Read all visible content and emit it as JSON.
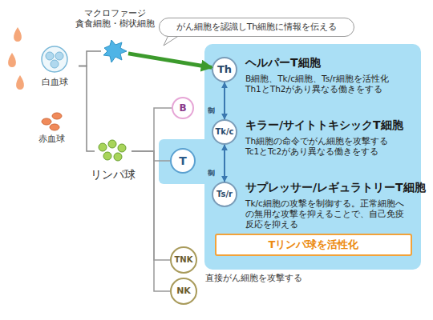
{
  "diagram": {
    "nodes": [
      {
        "text": [
          "白血球"
        ]
      },
      {
        "text": [
          "マクロファージ 貪食細胞・樹状細胞"
        ]
      },
      {
        "text": [
          "がん細胞を認識しTh細胞に情報を伝える"
        ]
      },
      {
        "text": [
          "Th",
          "ヘルパーT細胞",
          "B細胞、Tk/c細胞、Ts/r細胞を活性化 Th1とTh2があり異なる働きをする"
        ]
      },
      {
        "text": [
          "B"
        ]
      },
      {
        "text": [
          "Tk/c",
          "キラー/サイトトキシックT細胞",
          "Th細胞の命令でがん細胞を攻撃する Tc1とTc2があり異なる働きをする"
        ]
      },
      {
        "text": [
          "リンパ球"
        ]
      },
      {
        "text": [
          "T"
        ]
      },
      {
        "text": [
          "Ts/r",
          "サプレッサー/レギュラトリーT細胞",
          "Tk/c細胞の攻撃を制御する。正常細胞への無用な攻撃を抑えることで、自己免疫反応を抑える"
        ]
      },
      {
        "text": [
          "Tリンパ球を活性化"
        ]
      },
      {
        "text": [
          "TNK"
        ]
      },
      {
        "text": [
          "NK"
        ]
      }
    ],
    "edges": [
      {
        "from": 0,
        "to": 1,
        "arrow": "none"
      },
      {
        "from": 0,
        "to": 6,
        "arrow": "none"
      },
      {
        "from": 1,
        "to": 3,
        "arrow": "to"
      },
      {
        "from": 3,
        "to": 5,
        "arrow": "both",
        "label": "制御"
      },
      {
        "from": 5,
        "to": 8,
        "arrow": "both",
        "label": "制御"
      },
      {
        "from": 6,
        "to": 4,
        "arrow": "none"
      },
      {
        "from": 6,
        "to": 7,
        "arrow": "none"
      },
      {
        "from": 6,
        "to": 10,
        "arrow": "none"
      },
      {
        "from": 6,
        "to": 11,
        "arrow": "none"
      }
    ],
    "labels": [
      "赤血球",
      "直接がん細胞を攻撃する"
    ]
  }
}
